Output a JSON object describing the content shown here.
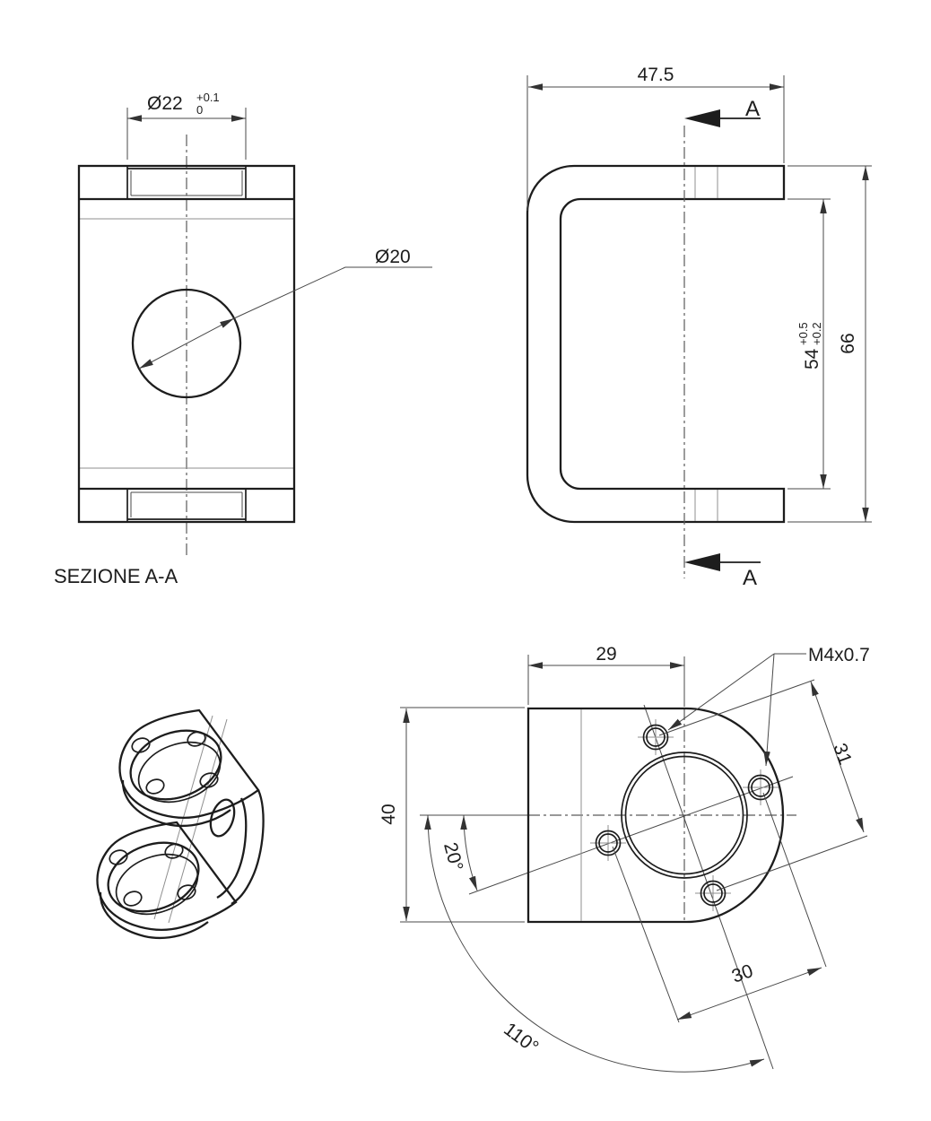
{
  "colors": {
    "line": "#1d1d1d",
    "dim_line": "#4a4a4a",
    "construction": "#8f8f8f",
    "background": "#ffffff"
  },
  "section_view": {
    "title": "SEZIONE A-A",
    "bore_dim": {
      "label": "Ø22",
      "tol_upper": "+0.1",
      "tol_lower": "0"
    },
    "hole_dim": "Ø20"
  },
  "side_view": {
    "width": "47.5",
    "overall_height": "66",
    "inner_height": {
      "label": "54",
      "tol_upper": "+0.5",
      "tol_lower": "+0.2"
    },
    "cut_label": "A"
  },
  "front_view": {
    "width_to_center": "29",
    "height": "40",
    "thread_callout": "M4x0.7",
    "hole_spacing_diag": "31",
    "hole_spacing_horiz": "30",
    "angle_pattern": "20°",
    "angle_sweep": "110°"
  }
}
